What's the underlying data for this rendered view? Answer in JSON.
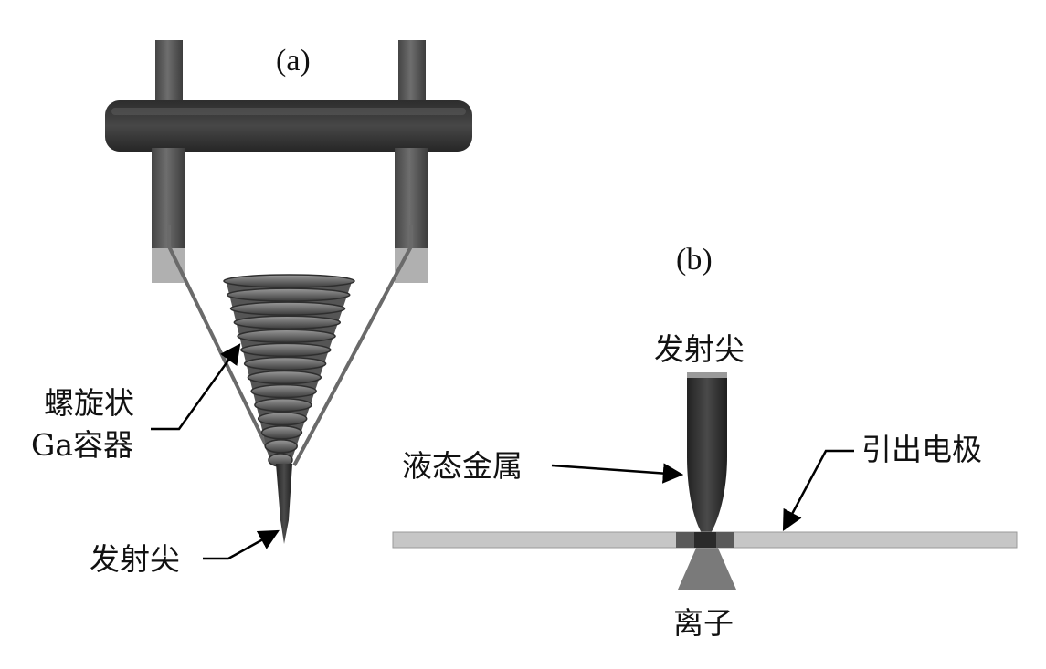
{
  "panel_a": {
    "tag": "(a)",
    "label_container_line1": "螺旋状",
    "label_container_line2": "Ga容器",
    "label_tip": "发射尖"
  },
  "panel_b": {
    "tag": "(b)",
    "label_tip": "发射尖",
    "label_liquid_metal": "液态金属",
    "label_electrode": "引出电极",
    "label_ions": "离子"
  },
  "colors": {
    "dark": "#3a3a3a",
    "rod": "#5a5a5a",
    "rod_light": "#8a8a8a",
    "electrode": "#c4c4c4",
    "ion_beam": "#808080"
  }
}
